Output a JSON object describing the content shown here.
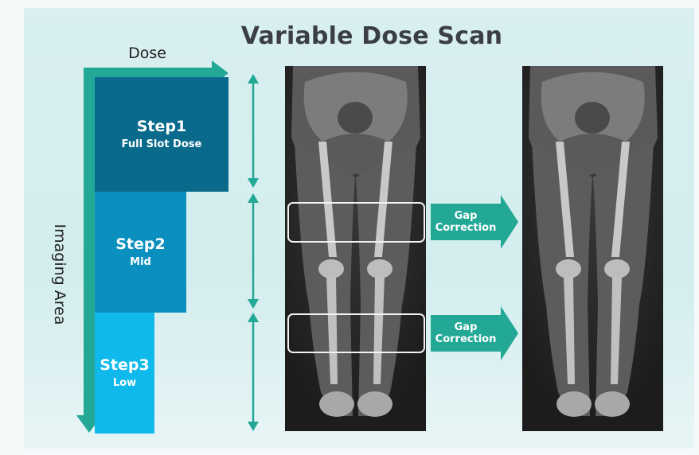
{
  "title": "Variable Dose Scan",
  "axes": {
    "dose_label": "Dose",
    "imaging_area_label": "Imaging Area"
  },
  "steps": [
    {
      "label": "Step1",
      "sublabel": "Full Slot Dose"
    },
    {
      "label": "Step2",
      "sublabel": "Mid"
    },
    {
      "label": "Step3",
      "sublabel": "Low"
    }
  ],
  "gap_corrections": [
    {
      "line1": "Gap",
      "line2": "Correction"
    },
    {
      "line1": "Gap",
      "line2": "Correction"
    }
  ],
  "colors": {
    "background": "#d9eff0",
    "arrow_teal": "#23a896",
    "step1": "#0a6a8c",
    "step2": "#0a8fbf",
    "step3": "#10b9ec"
  },
  "images": {
    "left": "full-leg-xray-stitched",
    "right": "full-leg-xray-gap-corrected"
  }
}
